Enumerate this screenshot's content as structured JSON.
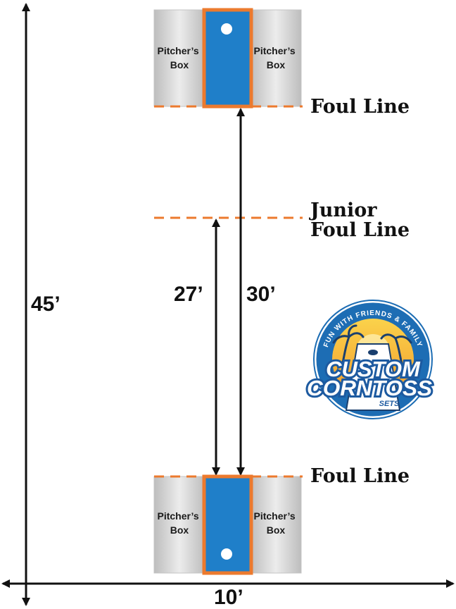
{
  "labels": {
    "pitchers_box": [
      "Pitcher’s",
      "Box"
    ],
    "foul_line": "Foul Line",
    "junior_foul_line": [
      "Junior",
      "Foul Line"
    ]
  },
  "dimensions": {
    "length": "45’",
    "width": "10’",
    "junior_distance": "27’",
    "regulation_distance": "30’"
  },
  "logo": {
    "ring_text": "FUN WITH FRIENDS & FAMILY",
    "word1": "CUSTOM",
    "word2": "CORNTOSS",
    "word3": "SETS"
  },
  "colors": {
    "board_blue": "#1f7fc9",
    "board_edge": "#ec7a2e",
    "foul_line": "#ec7a2e",
    "box_gray": "#d9d9d9",
    "logo_blue": "#1d6db4"
  }
}
